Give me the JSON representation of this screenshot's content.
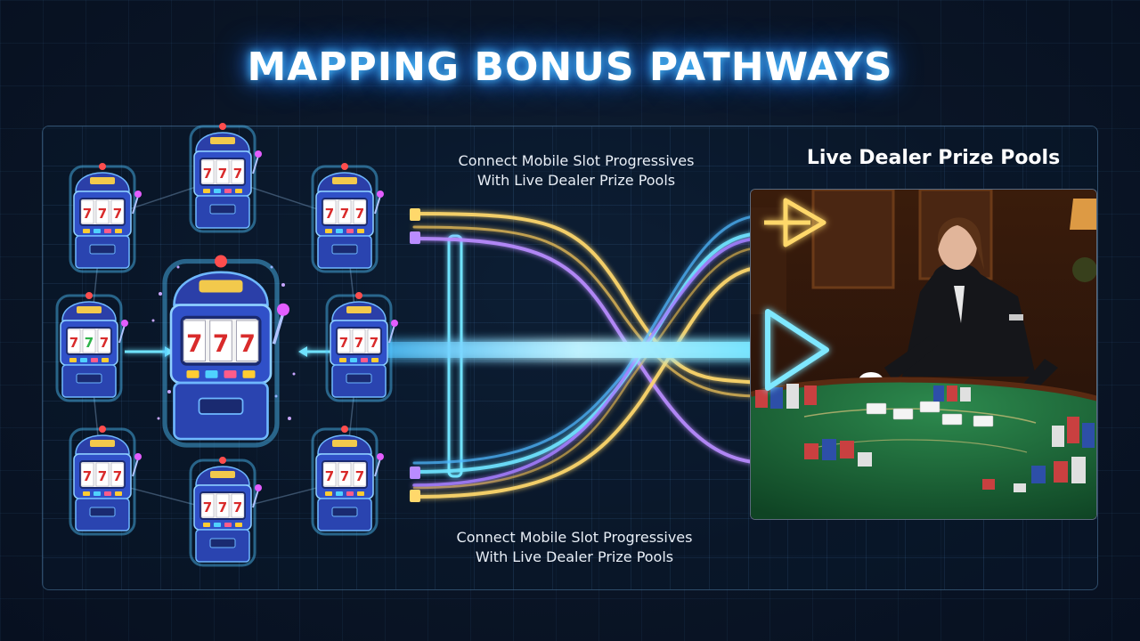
{
  "title": "MAPPING BONUS PATHWAYS",
  "caption_top": {
    "line1": "Connect Mobile Slot Progressives",
    "line2": "With Live Dealer Prize Pools"
  },
  "caption_bottom": {
    "line1": "Connect Mobile Slot Progressives",
    "line2": "With Live Dealer Prize Pools"
  },
  "live_title": "Live Dealer Prize Pools",
  "slot_reel_text": "777",
  "colors": {
    "glow_blue": "#4fc3ff",
    "path_gold": "#ffd86b",
    "path_purple": "#b98cff",
    "path_cyan": "#6fe3ff",
    "felt_green": "#1f6b3a"
  },
  "icons": [
    "slot-machine-icon",
    "arrow-right-icon",
    "dealer-photo"
  ]
}
